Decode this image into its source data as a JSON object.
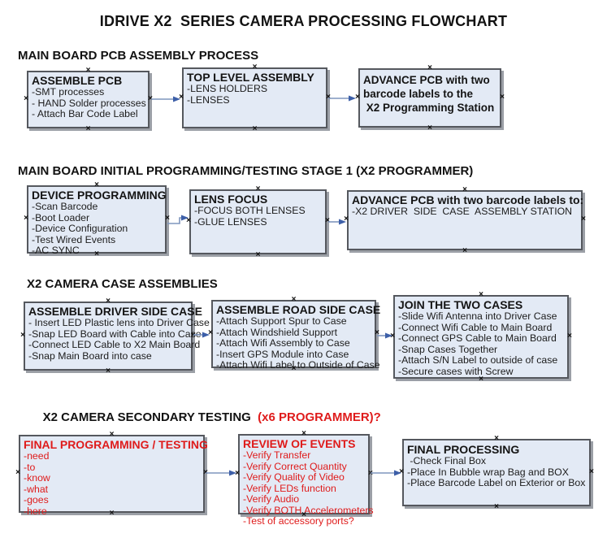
{
  "page_title": "IDRIVE X2  SERIES CAMERA PROCESSING FLOWCHART",
  "colors": {
    "box_fill": "#E3EAF5",
    "box_border": "#55585E",
    "box_shadow": "#9B9FA6",
    "arrow_line": "#7E95BD",
    "arrow_head": "#3D5FA8",
    "red_text": "#DF1B1B",
    "text": "#141414"
  },
  "icons": {
    "connection_handle": "×"
  },
  "sections": [
    {
      "heading": "MAIN BOARD PCB ASSEMBLY PROCESS",
      "boxes": [
        {
          "title": "ASSEMBLE PCB",
          "items": [
            "-SMT processes",
            "- HAND Solder processes",
            "- Attach Bar Code Label"
          ]
        },
        {
          "title": "TOP LEVEL ASSEMBLY",
          "items": [
            "-LENS HOLDERS",
            "-LENSES"
          ]
        },
        {
          "lines": [
            "ADVANCE PCB with two",
            "barcode labels to the",
            " X2 Programming Station"
          ]
        }
      ]
    },
    {
      "heading": "MAIN BOARD INITIAL PROGRAMMING/TESTING STAGE 1 (X2 PROGRAMMER)",
      "boxes": [
        {
          "title": "DEVICE PROGRAMMING",
          "items": [
            "-Scan Barcode",
            "-Boot Loader",
            "-Device Configuration",
            "-Test Wired Events",
            "-AC SYNC"
          ]
        },
        {
          "title": "LENS FOCUS",
          "items": [
            "-FOCUS BOTH LENSES",
            "-GLUE LENSES"
          ]
        },
        {
          "title": "ADVANCE PCB with two barcode labels to:",
          "items": [
            "-X2 DRIVER  SIDE  CASE  ASSEMBLY STATION"
          ]
        }
      ]
    },
    {
      "heading": "X2 CAMERA CASE ASSEMBLIES",
      "boxes": [
        {
          "title": "ASSEMBLE DRIVER SIDE CASE",
          "items": [
            "- Insert LED Plastic lens into Driver Case",
            "-Snap LED Board with Cable into Case",
            "-Connect LED Cable to X2 Main Board",
            "-Snap Main Board into case"
          ]
        },
        {
          "title": "ASSEMBLE ROAD SIDE CASE",
          "items": [
            "-Attach Support Spur to Case",
            "-Attach Windshield Support",
            "-Attach Wifi Assembly to Case",
            "-Insert GPS Module into Case",
            "-Attach Wifi Label to Outside of Case"
          ]
        },
        {
          "title": "JOIN THE TWO CASES",
          "items": [
            "-Slide Wifi Antenna into Driver Case",
            "-Connect Wifi Cable to Main Board",
            "-Connect GPS Cable to Main Board",
            "-Snap Cases Together",
            "-Attach S/N Label to outside of case",
            "-Secure cases with Screw"
          ]
        }
      ]
    },
    {
      "heading_black": "X2 CAMERA SECONDARY TESTING ",
      "heading_red": " (x6 PROGRAMMER)?",
      "boxes": [
        {
          "title": "FINAL PROGRAMMING / TESTING",
          "items": [
            "-need",
            "-to",
            "-know",
            "-what",
            "-goes",
            "-here"
          ]
        },
        {
          "title": "REVIEW OF EVENTS",
          "items": [
            "-Verify Transfer",
            "-Verify Correct Quantity",
            "-Verify Quality of Video",
            "-Verify LEDs function",
            "-Verify Audio",
            "-Verify BOTH Accelerometers",
            "-Test of accessory ports?"
          ]
        },
        {
          "title": "FINAL PROCESSING",
          "items": [
            " -Check Final Box",
            "-Place In Bubble wrap Bag and BOX",
            "-Place Barcode Label on Exterior or Box"
          ]
        }
      ]
    }
  ]
}
